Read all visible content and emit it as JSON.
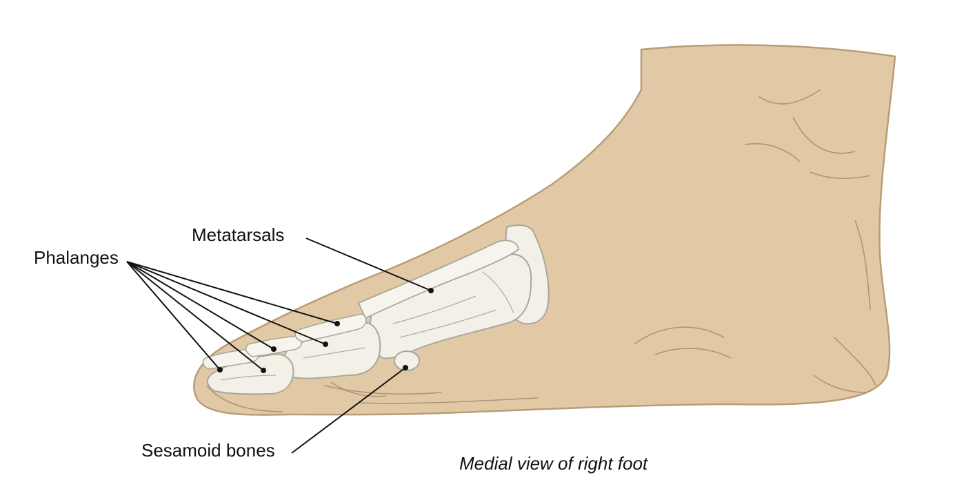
{
  "labels": {
    "metatarsals": "Metatarsals",
    "phalanges": "Phalanges",
    "sesamoid": "Sesamoid bones"
  },
  "caption": "Medial view of right foot",
  "colors": {
    "skin": "#e2c9a6",
    "skin_shadow": "#b99c77",
    "bone": "#f3f1e7",
    "bone_shadow": "#c9c6bb",
    "leader": "#111111"
  }
}
